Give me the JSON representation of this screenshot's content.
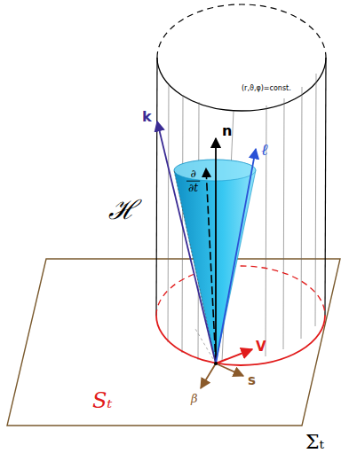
{
  "diagram": {
    "labels": [
      "ℋ",
      "(r,ϑ,φ)=const.",
      "k",
      "∂ ∂t",
      "n",
      "ℓ",
      "Sₜ",
      "V",
      "s",
      "β",
      "Σₜ"
    ]
  }
}
